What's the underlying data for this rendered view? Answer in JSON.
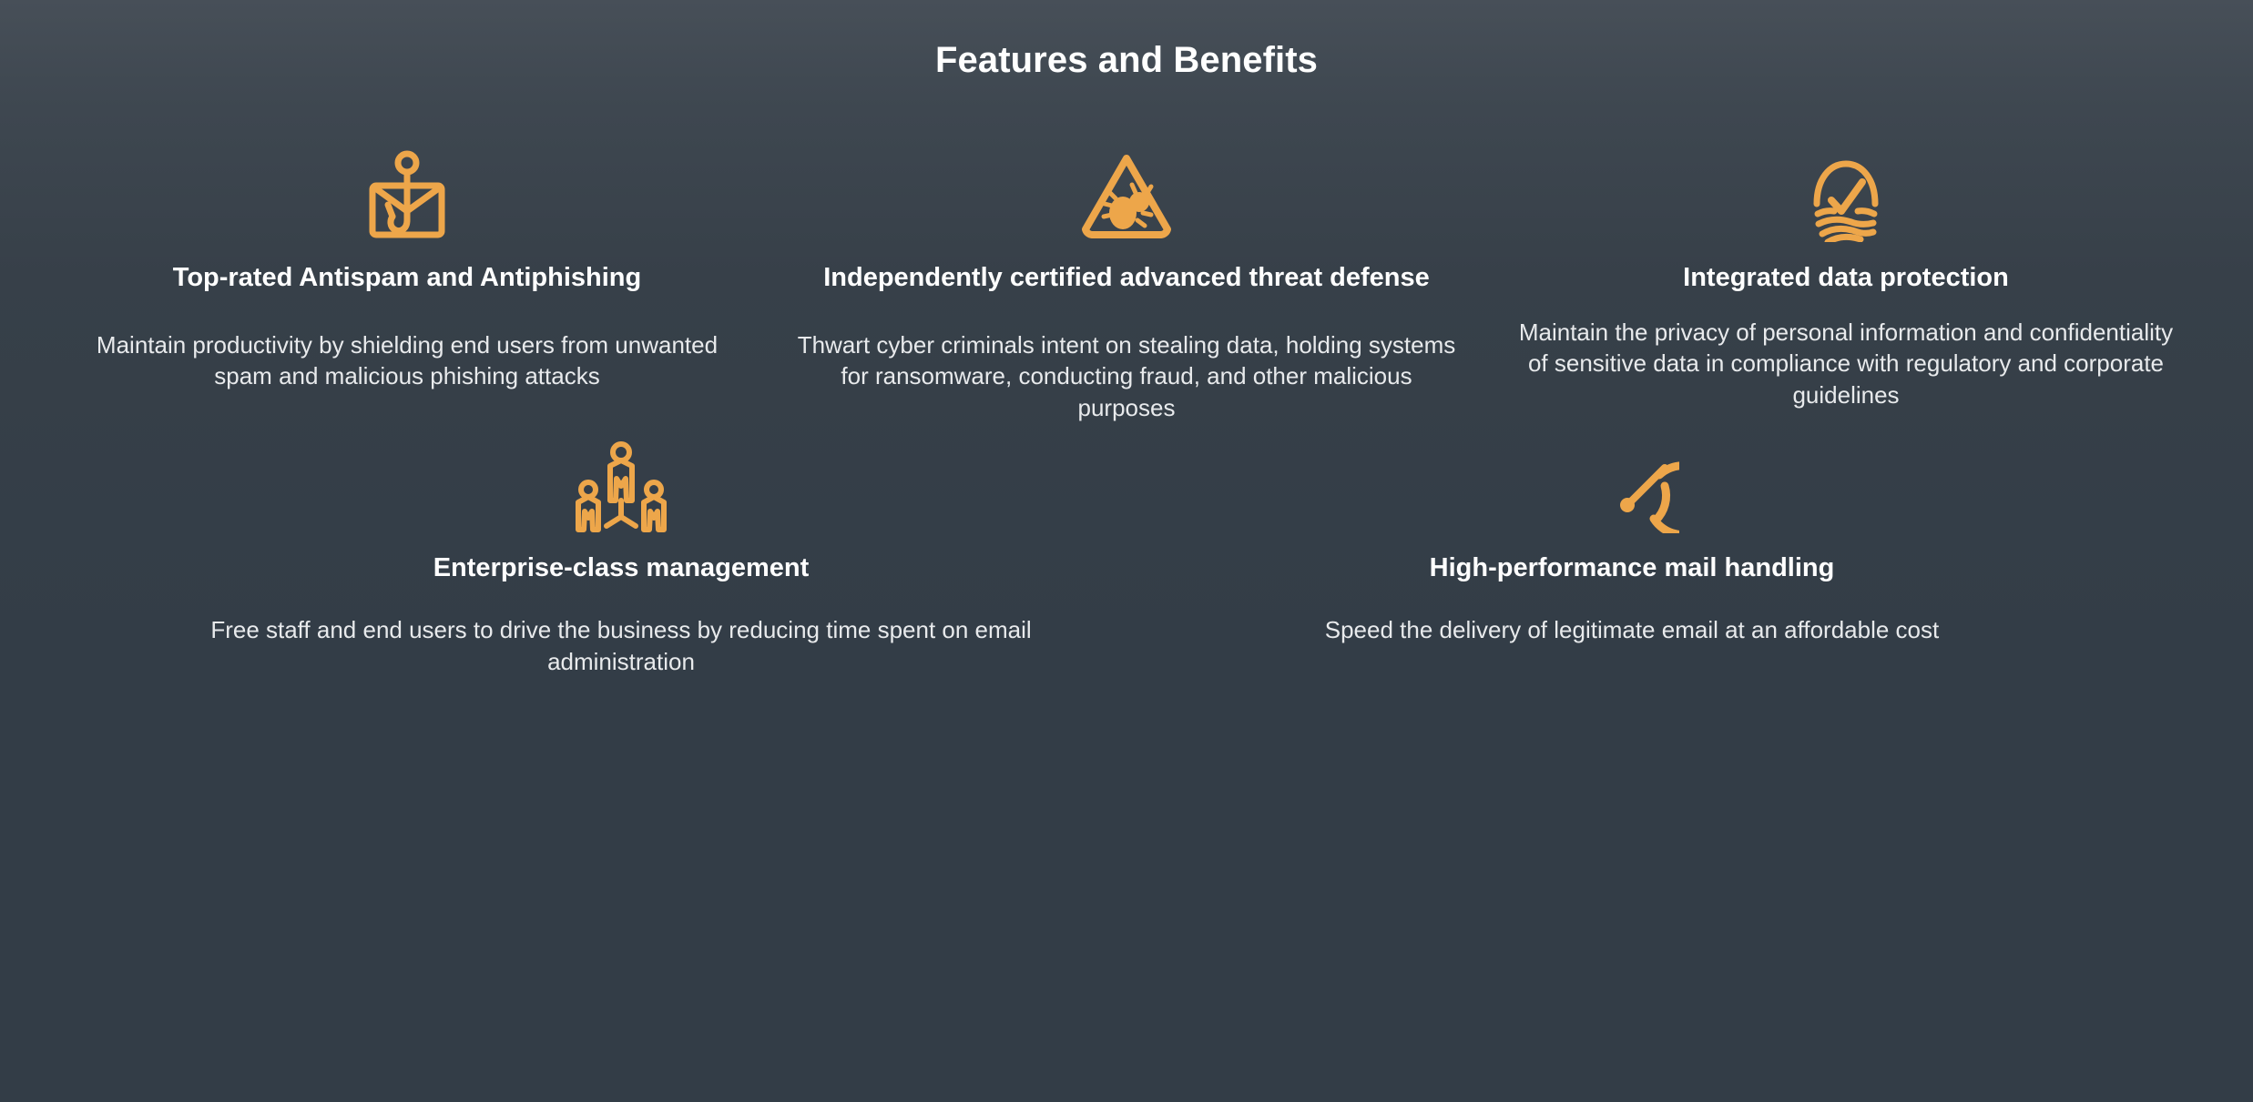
{
  "header": {
    "title": "Features and Benefits"
  },
  "theme": {
    "accent_color": "#eda64a",
    "background_top": "#474f58",
    "background_bottom": "#333d47",
    "heading_color": "#ffffff",
    "body_color": "#e8eaec"
  },
  "features": {
    "row_top": [
      {
        "icon": "phishing-envelope-hook-icon",
        "heading": "Top-rated Antispam and Antiphishing",
        "body": "Maintain productivity by shielding end users from unwanted spam and malicious phishing attacks"
      },
      {
        "icon": "malware-warning-triangle-bug-icon",
        "heading": "Independently certified advanced threat defense",
        "body": "Thwart cyber criminals intent on stealing data, holding systems for ransomware, conducting fraud, and other malicious purposes"
      },
      {
        "icon": "fingerprint-check-icon",
        "heading": "Integrated data protection",
        "body": "Maintain the privacy of personal information and confidentiality of sensitive data in compliance with regulatory and corporate guidelines"
      }
    ],
    "row_bottom": [
      {
        "icon": "people-group-hierarchy-icon",
        "heading": "Enterprise-class management",
        "body": "Free staff and end users to drive the business by reducing time spent on email administration"
      },
      {
        "icon": "speedometer-gauge-icon",
        "heading": "High-performance mail handling",
        "body": "Speed the delivery of legitimate email at an affordable cost"
      }
    ]
  }
}
